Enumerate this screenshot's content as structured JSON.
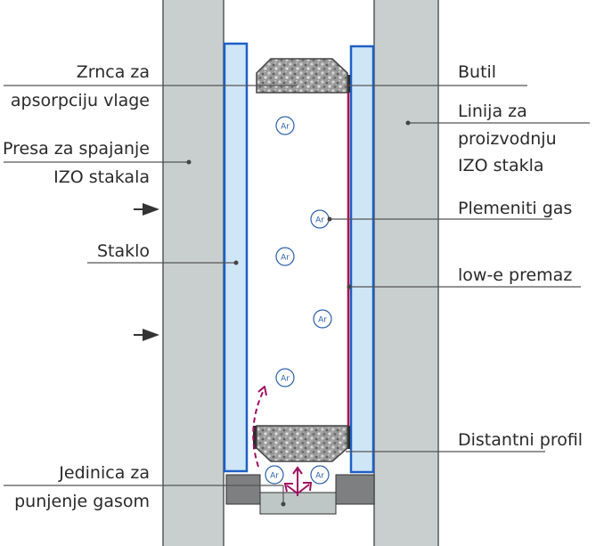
{
  "labels": {
    "moisture_absorber": [
      "Zrnca za",
      "apsorpciju vlage"
    ],
    "press": [
      "Presa za spajanje",
      "IZO stakala"
    ],
    "glass": "Staklo",
    "gas_unit": [
      "Jedinica za",
      "punjenje gasom"
    ],
    "butyl": "Butil",
    "production_line": [
      "Linija za",
      "proizvodnju",
      "IZO stakla"
    ],
    "noble_gas": "Plemeniti gas",
    "lowe_coating": "low-e premaz",
    "spacer": "Distantni profil"
  },
  "gas_symbol": "Ar",
  "colors": {
    "press_fill": "#c9cfcf",
    "press_stroke": "#555a5c",
    "glass_fill": "#cfe6f7",
    "glass_stroke": "#1f5fc4",
    "lowe": "#b0104a",
    "spacer": "#8a8a8a",
    "arrow": "#333333",
    "flow": "#a01060"
  }
}
